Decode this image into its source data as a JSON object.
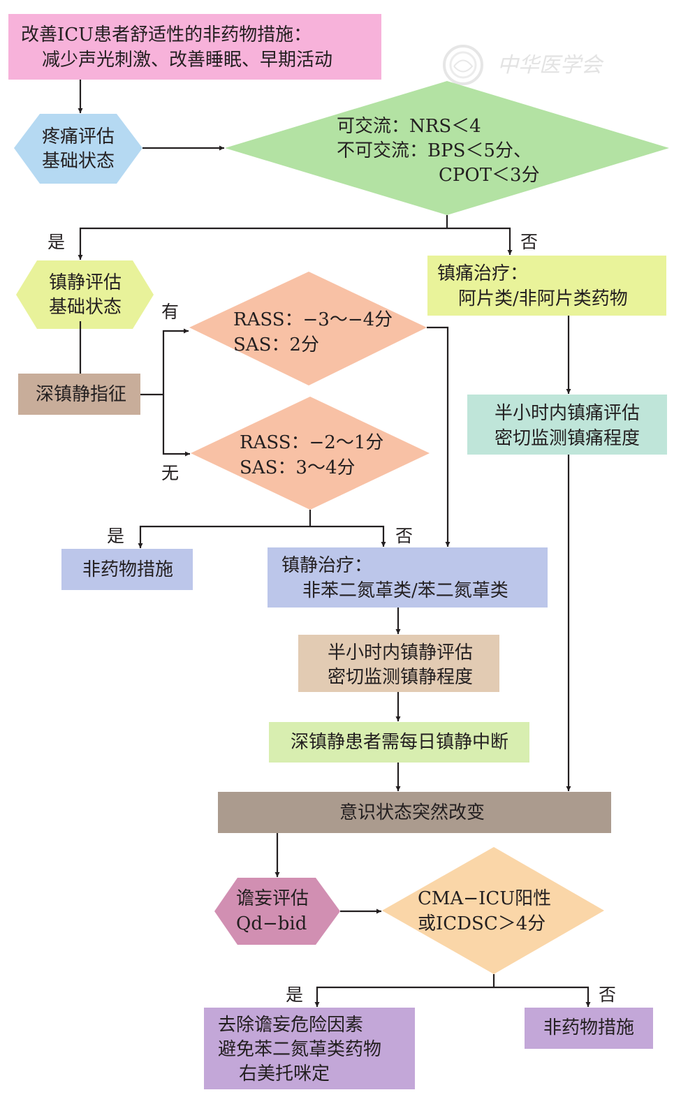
{
  "colors": {
    "pink": "#f7b2da",
    "blue_hex": "#b5d9f2",
    "green_diamond": "#b3e2a3",
    "yellow_hex": "#e8f29a",
    "yellow_box": "#e9f39a",
    "brown_box": "#c8ad9a",
    "salmon": "#f8c1a5",
    "mint": "#bfe5d9",
    "periwinkle": "#bcc6ea",
    "tan": "#e2cbb3",
    "lightgreen": "#d8eeb0",
    "taupe": "#ab9b8e",
    "mauve": "#d18fb2",
    "peach": "#fad6a8",
    "lavender": "#c3a7d8",
    "line": "#231f20"
  },
  "watermark": {
    "text": "中华医学会",
    "icon": "society-seal-icon"
  },
  "nodes": {
    "nonpharm_top": {
      "lines": [
        "改善ICU患者舒适性的非药物措施：",
        "减少声光刺激、改善睡眠、早期活动"
      ]
    },
    "pain_assess": {
      "lines": [
        "疼痛评估",
        "基础状态"
      ]
    },
    "pain_criteria": {
      "lines": [
        "可交流：NRS＜4",
        "不可交流：BPS＜5分、",
        "CPOT＜3分"
      ]
    },
    "sedation_assess": {
      "lines": [
        "镇静评估",
        "基础状态"
      ]
    },
    "analgesia_treatment": {
      "lines": [
        "镇痛治疗：",
        "阿片类/非阿片类药物"
      ]
    },
    "deep_sedation_indication": {
      "lines": [
        "深镇静指征"
      ]
    },
    "deep_target": {
      "lines": [
        "RASS：−3～−4分",
        "SAS：2分"
      ]
    },
    "light_target": {
      "lines": [
        "RASS：−2～1分",
        "SAS：3～4分"
      ]
    },
    "analgesia_reassess": {
      "lines": [
        "半小时内镇痛评估",
        "密切监测镇痛程度"
      ]
    },
    "nonpharm_sedation": {
      "lines": [
        "非药物措施"
      ]
    },
    "sedation_treatment": {
      "lines": [
        "镇静治疗：",
        "非苯二氮䓬类/苯二氮䓬类"
      ]
    },
    "sedation_reassess": {
      "lines": [
        "半小时内镇静评估",
        "密切监测镇静程度"
      ]
    },
    "daily_interruption": {
      "lines": [
        "深镇静患者需每日镇静中断"
      ]
    },
    "consciousness_change": {
      "lines": [
        "意识状态突然改变"
      ]
    },
    "delirium_assess": {
      "lines": [
        "谵妄评估",
        "Qd−bid"
      ]
    },
    "delirium_criteria": {
      "lines": [
        "CMA−ICU阳性",
        "或ICDSC＞4分"
      ]
    },
    "delirium_positive": {
      "lines": [
        "去除谵妄危险因素",
        "避免苯二氮䓬类药物",
        "右美托咪定"
      ]
    },
    "delirium_negative": {
      "lines": [
        "非药物措施"
      ]
    }
  },
  "edge_labels": {
    "pain_yes": "是",
    "pain_no": "否",
    "deep_yes": "有",
    "deep_no": "无",
    "light_yes": "是",
    "light_no": "否",
    "delirium_yes": "是",
    "delirium_no": "否"
  }
}
